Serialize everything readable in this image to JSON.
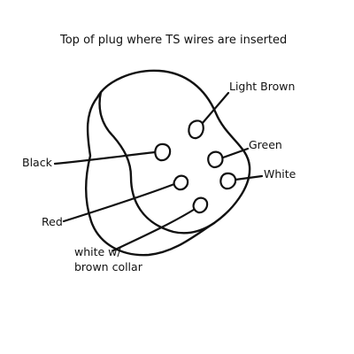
{
  "diagram": {
    "title": "Top of plug where  TS wires are inserted",
    "labels": {
      "light_brown": "Light Brown",
      "green": "Green",
      "white": "White",
      "black": "Black",
      "red": "Red",
      "white_brown_collar": "white w/\nbrown collar"
    }
  }
}
